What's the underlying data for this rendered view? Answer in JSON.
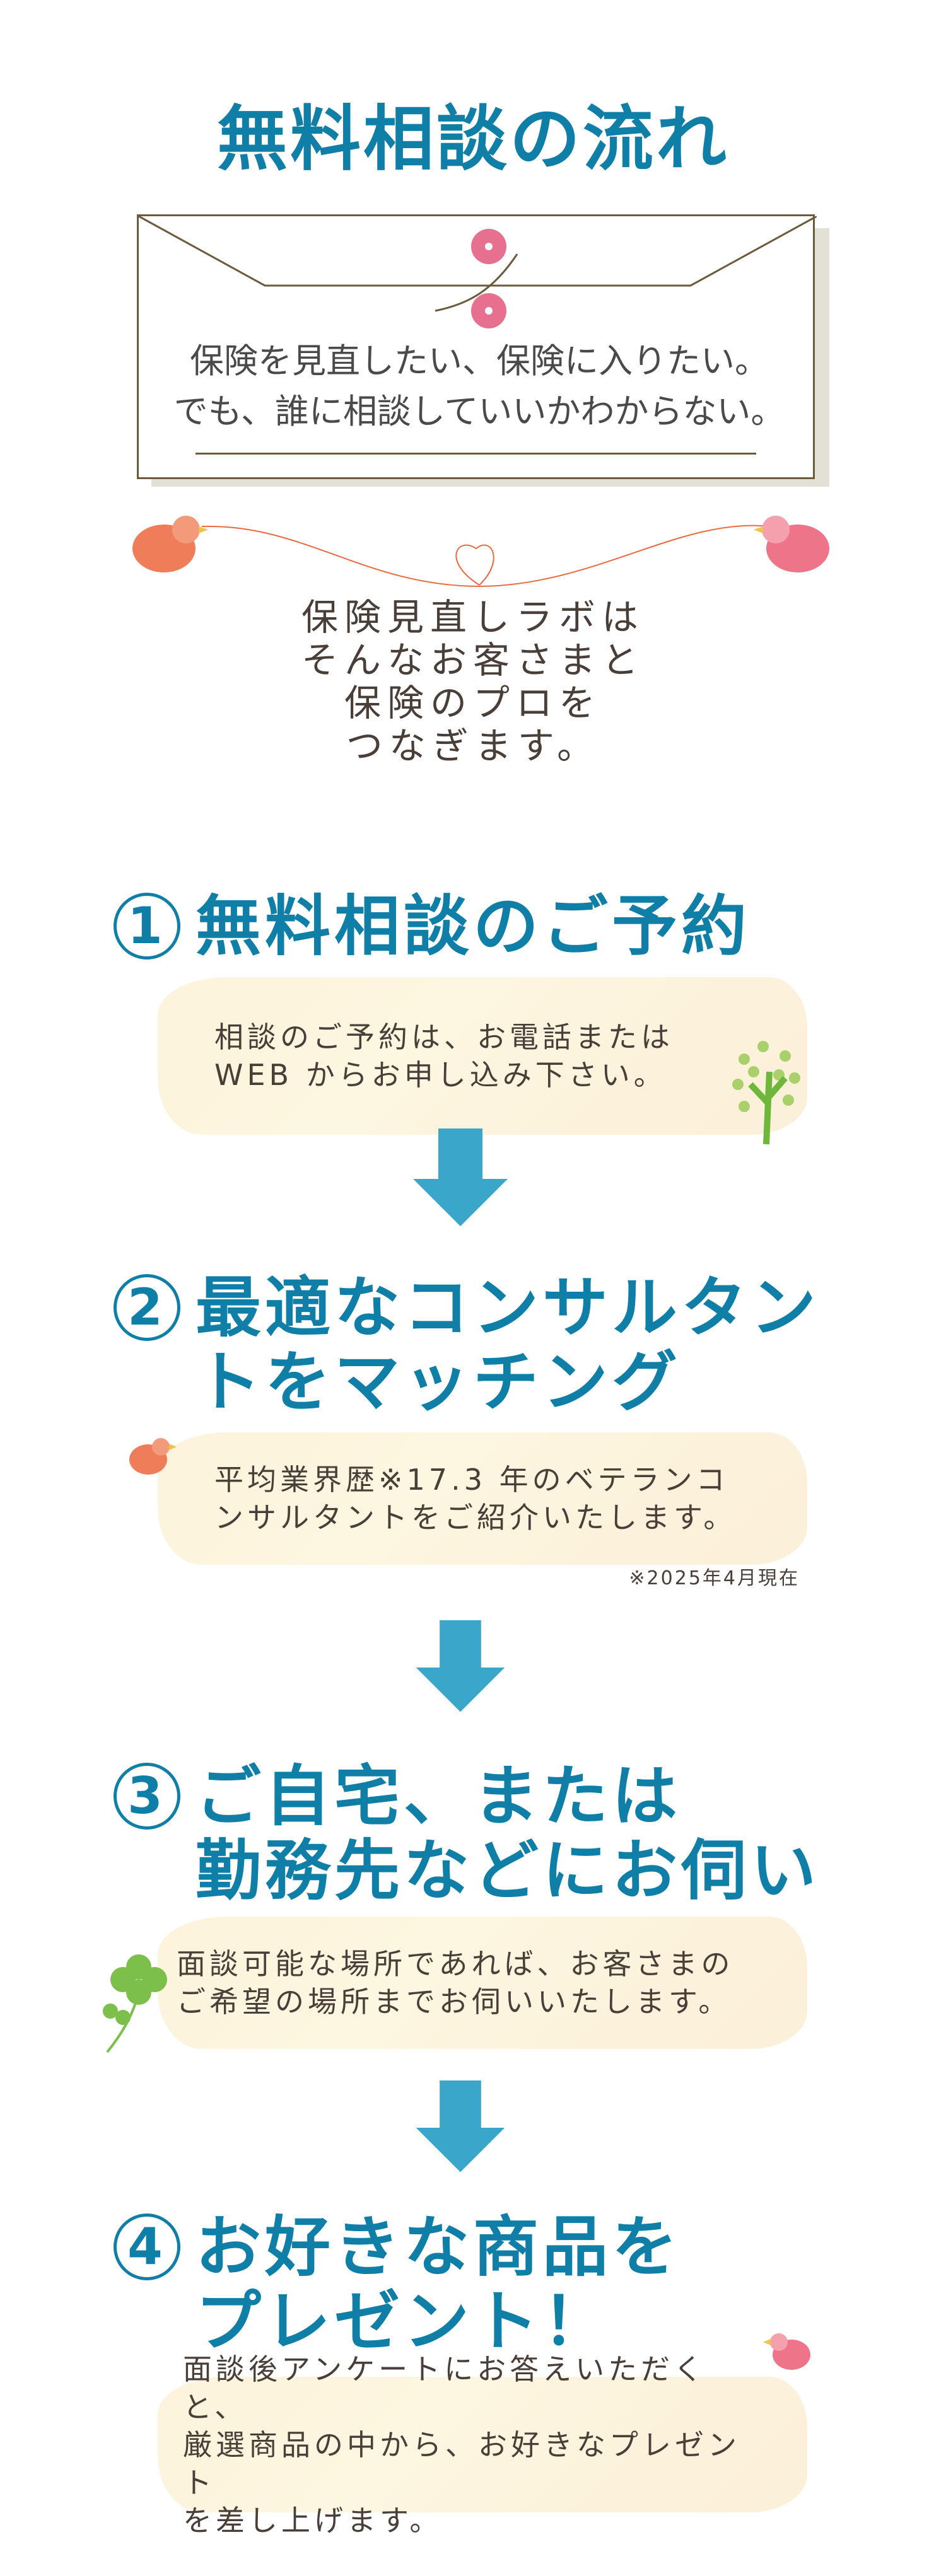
{
  "title": "無料相談の流れ",
  "envelope": {
    "line1": "保険を見直したい、保険に入りたい。",
    "line2": "でも、誰に相談していいかわからない。"
  },
  "tagline": [
    "保険見直しラボは",
    "そんなお客さまと",
    "保険のプロを",
    "つなぎます。"
  ],
  "steps": [
    {
      "number": "1",
      "heading": [
        "無料相談のご予約"
      ],
      "body": [
        "相談のご予約は、お電話または",
        "WEB からお申し込み下さい。"
      ]
    },
    {
      "number": "2",
      "heading": [
        "最適なコンサルタン",
        "トをマッチング"
      ],
      "body": [
        "平均業界歴※17.3 年のベテランコ",
        "ンサルタントをご紹介いたします。"
      ],
      "note": "※2025年4月現在"
    },
    {
      "number": "3",
      "heading": [
        "ご自宅、または",
        "勤務先などにお伺い"
      ],
      "body": [
        "面談可能な場所であれば、お客さまの",
        "ご希望の場所までお伺いいたします。"
      ]
    },
    {
      "number": "4",
      "heading": [
        "お好きな商品を",
        "プレゼント！"
      ],
      "body": [
        "面談後アンケートにお答えいただくと、",
        "厳選商品の中から、お好きなプレゼント",
        "を差し上げます。"
      ]
    }
  ],
  "colors": {
    "accent": "#0f7fa8",
    "text": "#4a3f38",
    "arrow": "#3aa6c9",
    "box": "#fdf3dc"
  }
}
